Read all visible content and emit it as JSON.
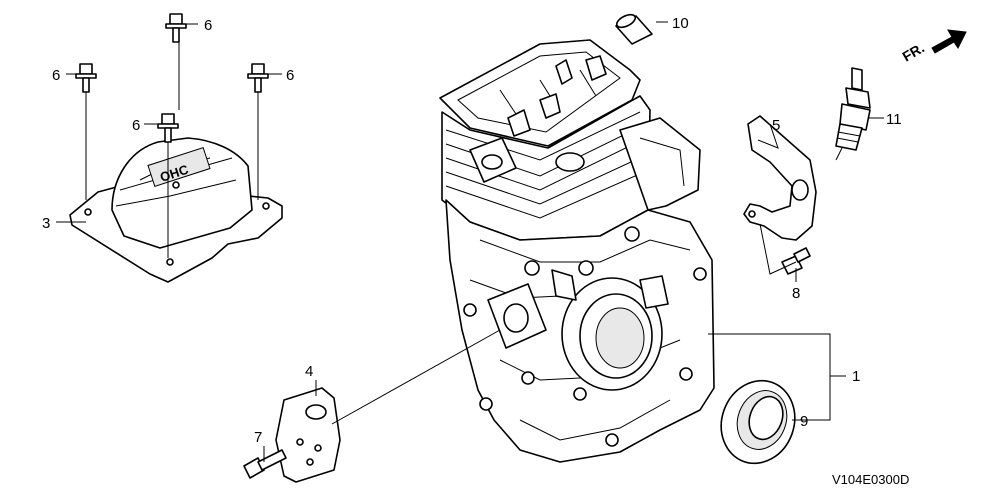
{
  "diagram": {
    "callouts": [
      {
        "id": "c1",
        "label": "1"
      },
      {
        "id": "c3",
        "label": "3"
      },
      {
        "id": "c4",
        "label": "4"
      },
      {
        "id": "c5",
        "label": "5"
      },
      {
        "id": "c6a",
        "label": "6"
      },
      {
        "id": "c6b",
        "label": "6"
      },
      {
        "id": "c6c",
        "label": "6"
      },
      {
        "id": "c6d",
        "label": "6"
      },
      {
        "id": "c7",
        "label": "7"
      },
      {
        "id": "c8",
        "label": "8"
      },
      {
        "id": "c9",
        "label": "9"
      },
      {
        "id": "c10",
        "label": "10"
      },
      {
        "id": "c11",
        "label": "11"
      }
    ],
    "direction_marker": "FR.",
    "cover_embossing": "OHC",
    "drawing_code": "V104E0300D"
  }
}
